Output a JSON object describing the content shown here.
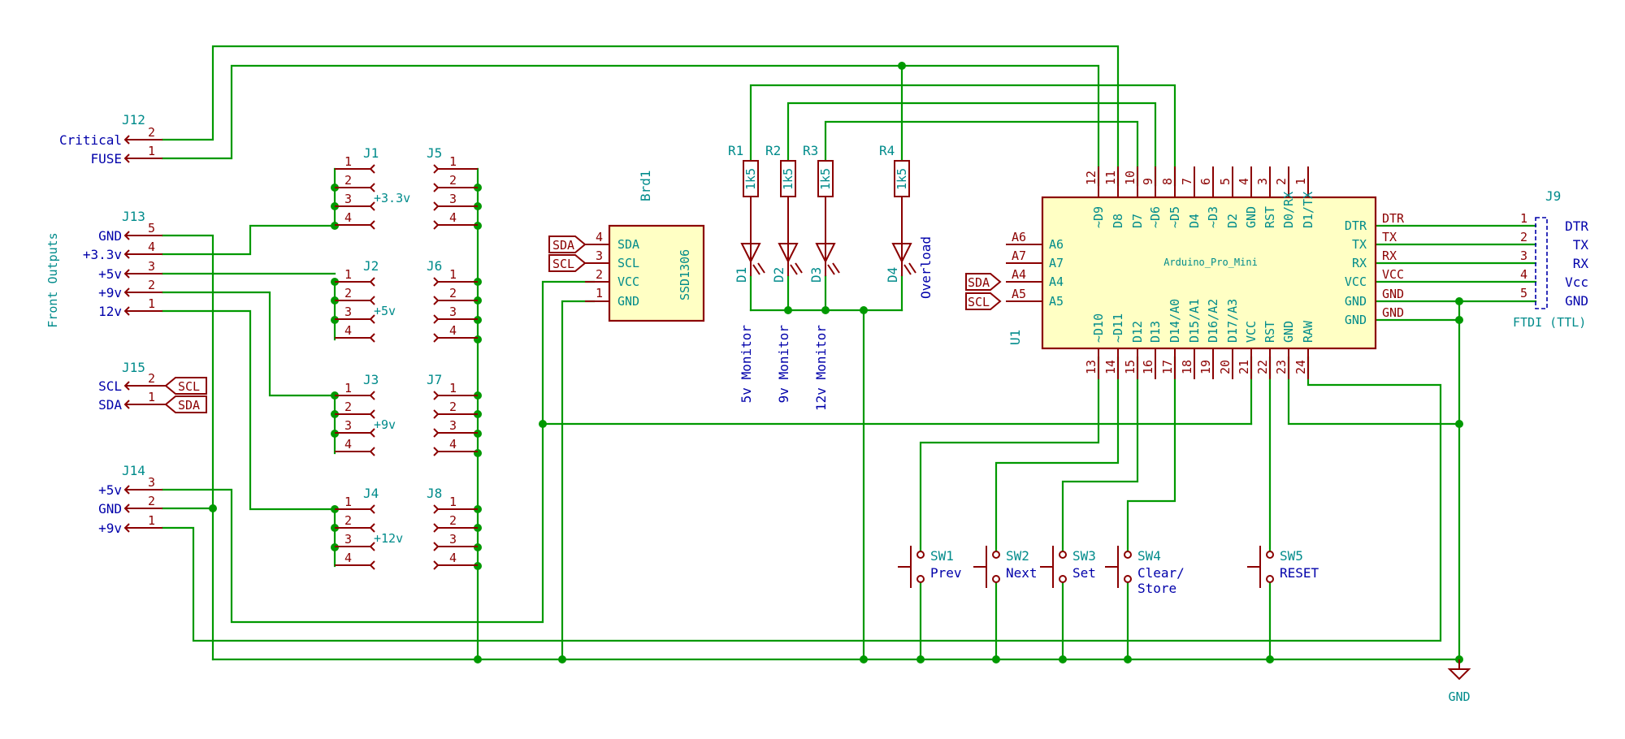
{
  "title": "",
  "vertical_label": "Front Outputs",
  "connectors": {
    "J12": {
      "ref": "J12",
      "pins": [
        {
          "num": "2",
          "label": "Critical"
        },
        {
          "num": "1",
          "label": "FUSE"
        }
      ]
    },
    "J13": {
      "ref": "J13",
      "pins": [
        {
          "num": "5",
          "label": "GND"
        },
        {
          "num": "4",
          "label": "+3.3v"
        },
        {
          "num": "3",
          "label": "+5v"
        },
        {
          "num": "2",
          "label": "+9v"
        },
        {
          "num": "1",
          "label": "12v"
        }
      ]
    },
    "J15": {
      "ref": "J15",
      "pins": [
        {
          "num": "2",
          "label": "SCL"
        },
        {
          "num": "1",
          "label": "SDA"
        }
      ],
      "tags": [
        "SCL",
        "SDA"
      ]
    },
    "J14": {
      "ref": "J14",
      "pins": [
        {
          "num": "3",
          "label": "+5v"
        },
        {
          "num": "2",
          "label": "GND"
        },
        {
          "num": "1",
          "label": "+9v"
        }
      ]
    },
    "J1": {
      "ref": "J1",
      "value": "+3.3v"
    },
    "J2": {
      "ref": "J2",
      "value": "+5v"
    },
    "J3": {
      "ref": "J3",
      "value": "+9v"
    },
    "J4": {
      "ref": "J4",
      "value": "+12v"
    },
    "J5": {
      "ref": "J5"
    },
    "J6": {
      "ref": "J6"
    },
    "J7": {
      "ref": "J7"
    },
    "J8": {
      "ref": "J8"
    },
    "J9": {
      "ref": "J9",
      "value": "FTDI (TTL)",
      "pins": [
        {
          "num": "1",
          "net": "DTR",
          "label": "DTR"
        },
        {
          "num": "2",
          "net": "TX",
          "label": "TX"
        },
        {
          "num": "3",
          "net": "RX",
          "label": "RX"
        },
        {
          "num": "4",
          "net": "VCC",
          "label": "Vcc"
        },
        {
          "num": "5",
          "net": "GND",
          "label": "GND"
        }
      ]
    }
  },
  "header_pins": [
    "1",
    "2",
    "3",
    "4"
  ],
  "display": {
    "ref": "Brd1",
    "value": "SSD1306",
    "pins": [
      {
        "num": "4",
        "name": "SDA"
      },
      {
        "num": "3",
        "name": "SCL"
      },
      {
        "num": "2",
        "name": "VCC"
      },
      {
        "num": "1",
        "name": "GND"
      }
    ],
    "tags": [
      "SDA",
      "SCL"
    ]
  },
  "resistors": [
    {
      "ref": "R1",
      "value": "1k5"
    },
    {
      "ref": "R2",
      "value": "1k5"
    },
    {
      "ref": "R3",
      "value": "1k5"
    },
    {
      "ref": "R4",
      "value": "1k5"
    }
  ],
  "leds": [
    {
      "ref": "D1",
      "label": "5v Monitor"
    },
    {
      "ref": "D2",
      "label": "9v Monitor"
    },
    {
      "ref": "D3",
      "label": "12v Monitor"
    },
    {
      "ref": "D4",
      "label": "Overload"
    }
  ],
  "mcu": {
    "ref": "U1",
    "value": "Arduino_Pro_Mini",
    "top_pins": [
      {
        "num": "12",
        "name": "~D9"
      },
      {
        "num": "11",
        "name": "D8"
      },
      {
        "num": "10",
        "name": "D7"
      },
      {
        "num": "9",
        "name": "~D6"
      },
      {
        "num": "8",
        "name": "~D5"
      },
      {
        "num": "7",
        "name": "D4"
      },
      {
        "num": "6",
        "name": "~D3"
      },
      {
        "num": "5",
        "name": "D2"
      },
      {
        "num": "4",
        "name": "GND"
      },
      {
        "num": "3",
        "name": "RST"
      },
      {
        "num": "2",
        "name": "D0/RX"
      },
      {
        "num": "1",
        "name": "D1/TX"
      }
    ],
    "bottom_pins": [
      {
        "num": "13",
        "name": "~D10"
      },
      {
        "num": "14",
        "name": "~D11"
      },
      {
        "num": "15",
        "name": "D12"
      },
      {
        "num": "16",
        "name": "D13"
      },
      {
        "num": "17",
        "name": "D14/A0"
      },
      {
        "num": "18",
        "name": "D15/A1"
      },
      {
        "num": "19",
        "name": "D16/A2"
      },
      {
        "num": "20",
        "name": "D17/A3"
      },
      {
        "num": "21",
        "name": "VCC"
      },
      {
        "num": "22",
        "name": "RST"
      },
      {
        "num": "23",
        "name": "GND"
      },
      {
        "num": "24",
        "name": "RAW"
      }
    ],
    "left_pins": [
      {
        "num": "A6",
        "name": "A6"
      },
      {
        "num": "A7",
        "name": "A7"
      },
      {
        "num": "A4",
        "name": "A4"
      },
      {
        "num": "A5",
        "name": "A5"
      }
    ],
    "left_tags": [
      "SDA",
      "SCL"
    ],
    "right_pins": [
      {
        "name": "DTR",
        "net": "DTR"
      },
      {
        "name": "TX",
        "net": "TX"
      },
      {
        "name": "RX",
        "net": "RX"
      },
      {
        "name": "VCC",
        "net": "VCC"
      },
      {
        "name": "GND",
        "net": "GND"
      },
      {
        "name": "GND",
        "net": "GND"
      }
    ]
  },
  "switches": [
    {
      "ref": "SW1",
      "label": "Prev"
    },
    {
      "ref": "SW2",
      "label": "Next"
    },
    {
      "ref": "SW3",
      "label": "Set"
    },
    {
      "ref": "SW4",
      "label": "Clear/\nStore"
    },
    {
      "ref": "SW5",
      "label": "RESET"
    }
  ],
  "gnd_symbol": {
    "label": "GND"
  },
  "colors": {
    "wire": "#009900",
    "pin": "#8b0000",
    "body": "#ffffc4",
    "ref": "#008b8b",
    "label": "#0000aa"
  }
}
